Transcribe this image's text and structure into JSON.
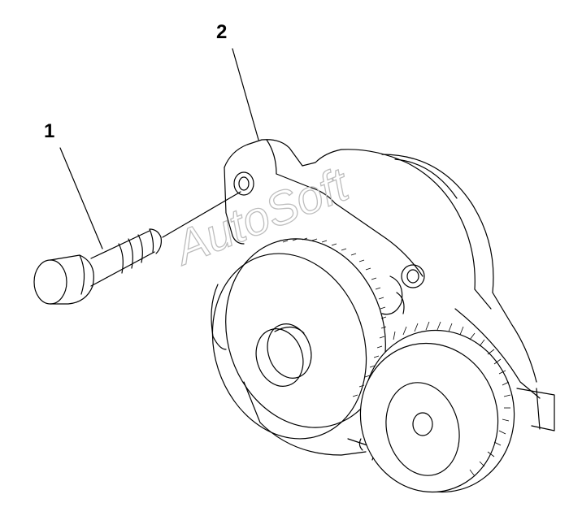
{
  "callouts": [
    {
      "id": "1",
      "label": "1",
      "part": "bolt"
    },
    {
      "id": "2",
      "label": "2",
      "part": "oil-pump-assembly"
    }
  ],
  "watermark": "AutoSoft",
  "colors": {
    "line": "#000000",
    "background": "#ffffff",
    "watermark": "#bdbdbd"
  }
}
